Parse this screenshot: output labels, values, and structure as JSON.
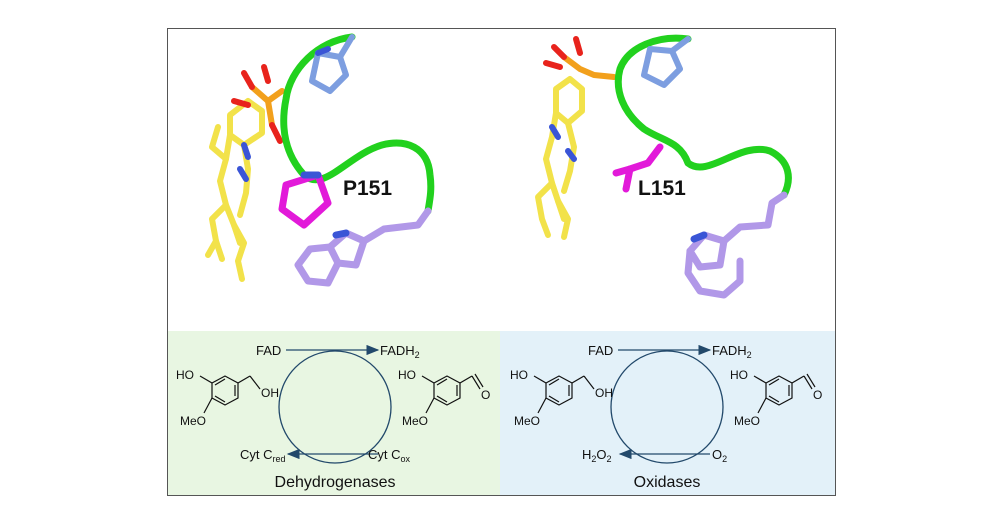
{
  "top": {
    "left_label": "P151",
    "right_label": "L151"
  },
  "colors": {
    "flavin": "#f2e24a",
    "phosphate": "#f2a01c",
    "oxygen": "#e8231c",
    "nitrogen": "#3a55d6",
    "backbone": "#22d11e",
    "proline": "#e21ad9",
    "leucine": "#e21ad9",
    "histidine": "#7d9ee0",
    "tryptophan": "#b198e8",
    "panel_left_bg": "#e8f6e2",
    "panel_right_bg": "#e3f1f9",
    "arrow": "#22496b"
  },
  "dehydrogenases": {
    "title": "Dehydrogenases",
    "fad": "FAD",
    "fadh2": "FADH",
    "fadh2_sub": "2",
    "cyt_red": "Cyt C",
    "cyt_red_sub": "red",
    "cyt_ox": "Cyt C",
    "cyt_ox_sub": "ox",
    "left_oh": "OH",
    "left_ho": "HO",
    "left_meo": "MeO",
    "right_ho": "HO",
    "right_meo": "MeO",
    "right_o": "O"
  },
  "oxidases": {
    "title": "Oxidases",
    "fad": "FAD",
    "fadh2": "FADH",
    "fadh2_sub": "2",
    "h2o2_h": "H",
    "h2o2_sub1": "2",
    "h2o2_o": "O",
    "h2o2_sub2": "2",
    "o2": "O",
    "o2_sub": "2",
    "left_oh": "OH",
    "left_ho": "HO",
    "left_meo": "MeO",
    "right_ho": "HO",
    "right_meo": "MeO",
    "right_o": "O"
  }
}
